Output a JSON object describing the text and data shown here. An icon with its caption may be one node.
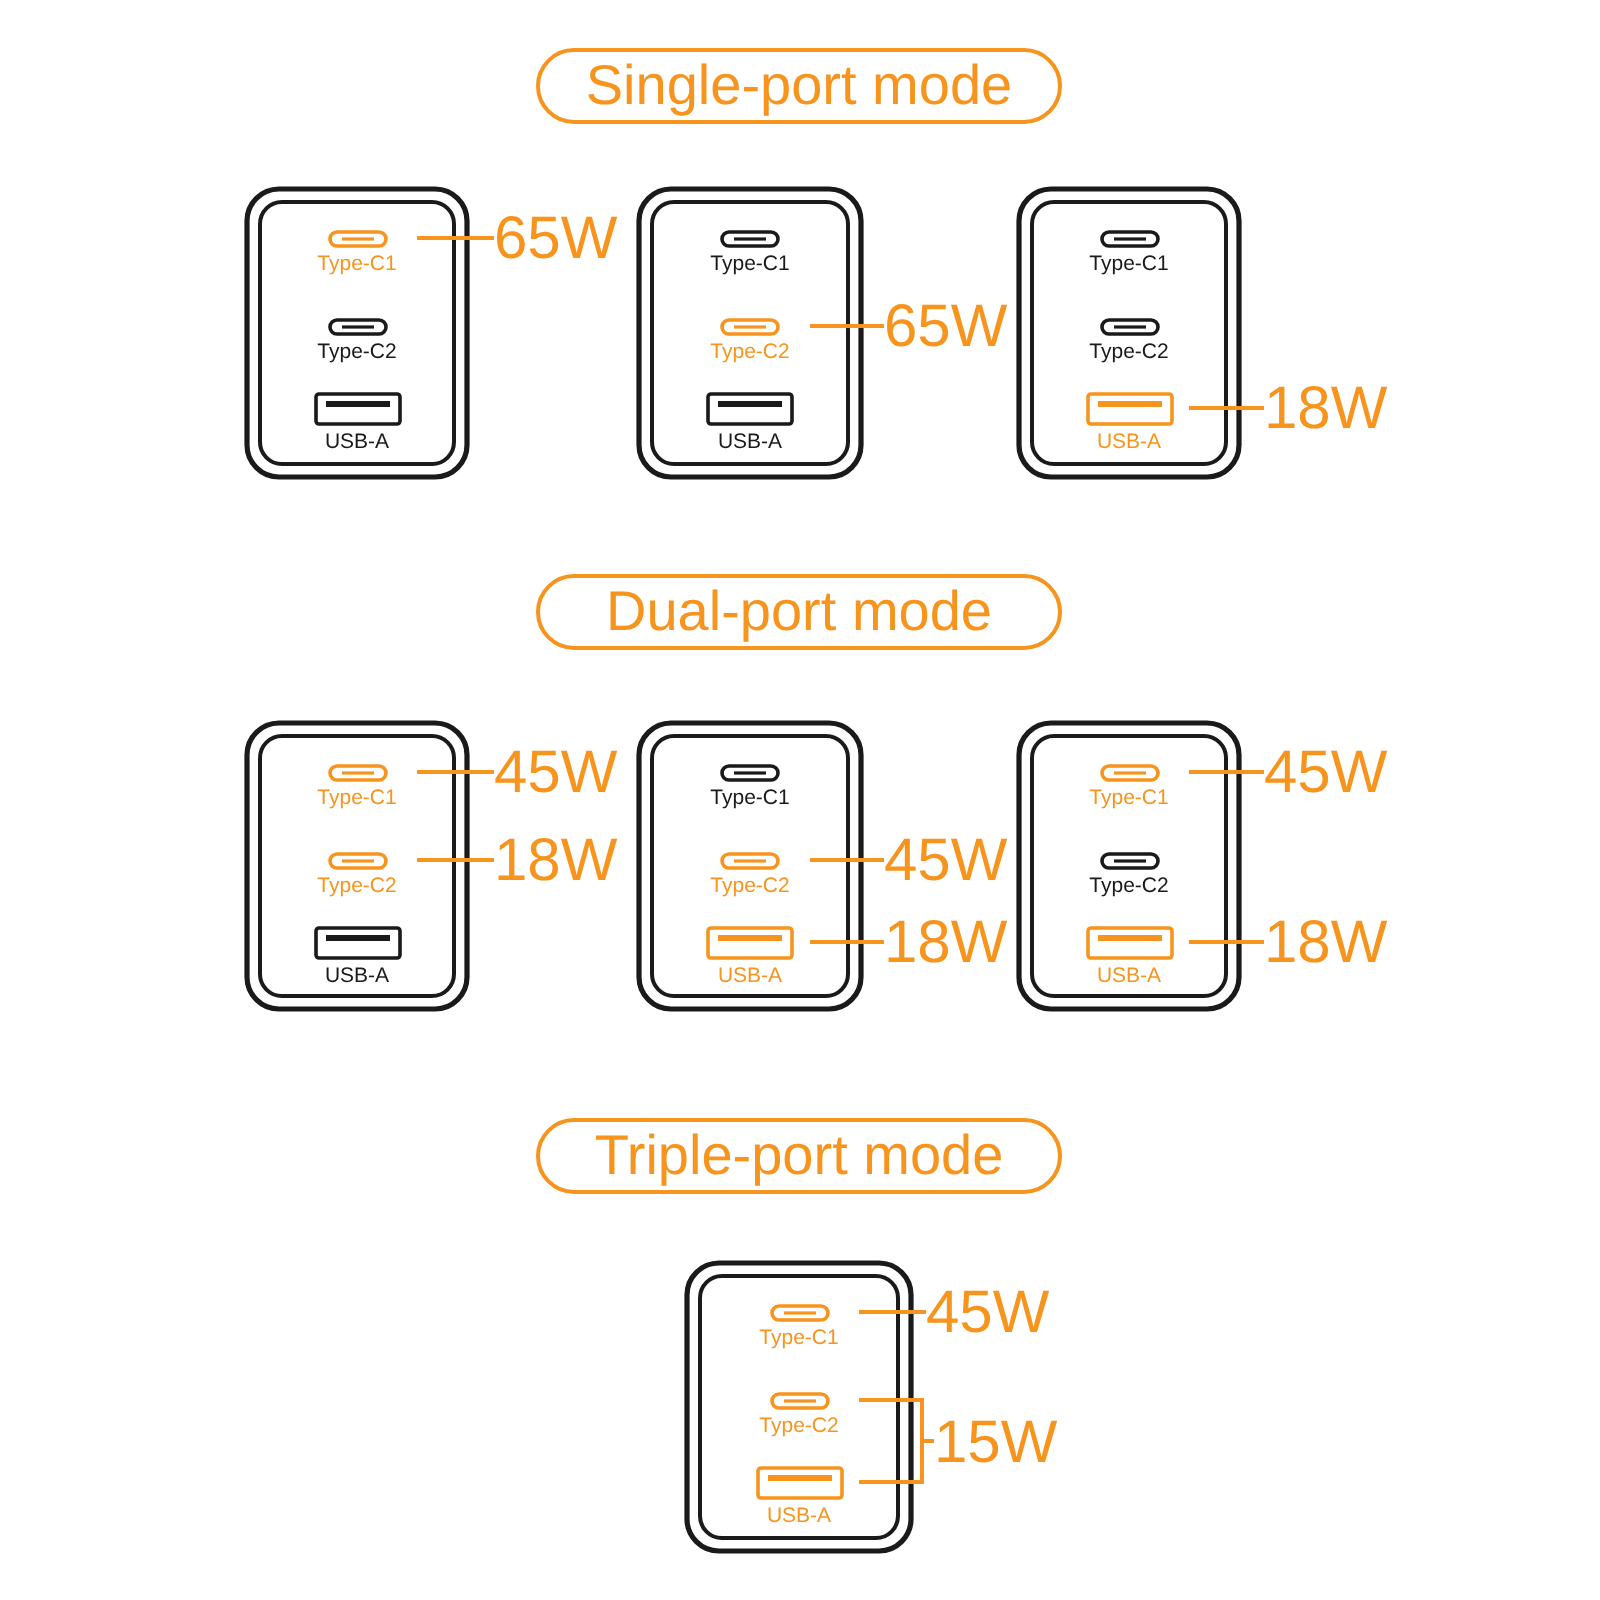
{
  "diagram": {
    "nodes": [
      {
        "text": [
          "Single-port mode"
        ]
      },
      {
        "text": [],
        "shape": "box"
      },
      {
        "text": [
          "Type-C1"
        ],
        "in": 1
      },
      {
        "text": [
          "Type-C2"
        ],
        "in": 1
      },
      {
        "text": [
          "USB-A"
        ],
        "in": 1
      },
      {
        "text": [
          "65W"
        ]
      },
      {
        "text": [],
        "shape": "box"
      },
      {
        "text": [
          "Type-C1"
        ],
        "in": 6
      },
      {
        "text": [
          "Type-C2"
        ],
        "in": 6
      },
      {
        "text": [
          "USB-A"
        ],
        "in": 6
      },
      {
        "text": [
          "65W"
        ]
      },
      {
        "text": [],
        "shape": "box"
      },
      {
        "text": [
          "Type-C1"
        ],
        "in": 11
      },
      {
        "text": [
          "Type-C2"
        ],
        "in": 11
      },
      {
        "text": [
          "USB-A"
        ],
        "in": 11
      },
      {
        "text": [
          "18W"
        ]
      },
      {
        "text": [
          "Dual-port mode"
        ]
      },
      {
        "text": [],
        "shape": "box"
      },
      {
        "text": [
          "Type-C1"
        ],
        "in": 17
      },
      {
        "text": [
          "Type-C2"
        ],
        "in": 17
      },
      {
        "text": [
          "USB-A"
        ],
        "in": 17
      },
      {
        "text": [
          "45W"
        ]
      },
      {
        "text": [
          "18W"
        ]
      },
      {
        "text": [],
        "shape": "box"
      },
      {
        "text": [
          "Type-C1"
        ],
        "in": 23
      },
      {
        "text": [
          "Type-C2"
        ],
        "in": 23
      },
      {
        "text": [
          "USB-A"
        ],
        "in": 23
      },
      {
        "text": [
          "45W"
        ]
      },
      {
        "text": [
          "18W"
        ]
      },
      {
        "text": [],
        "shape": "box"
      },
      {
        "text": [
          "Type-C1"
        ],
        "in": 29
      },
      {
        "text": [
          "Type-C2"
        ],
        "in": 29
      },
      {
        "text": [
          "USB-A"
        ],
        "in": 29
      },
      {
        "text": [
          "45W"
        ]
      },
      {
        "text": [
          "18W"
        ]
      },
      {
        "text": [
          "Triple-port mode"
        ]
      },
      {
        "text": [],
        "shape": "box"
      },
      {
        "text": [
          "Type-C1"
        ],
        "in": 36
      },
      {
        "text": [
          "Type-C2"
        ],
        "in": 36
      },
      {
        "text": [
          "USB-A"
        ],
        "in": 36
      },
      {
        "text": [
          "45W"
        ]
      },
      {
        "text": [
          "15W"
        ]
      }
    ],
    "edges": [
      {
        "from": 2,
        "to": 5,
        "arrow": "none"
      },
      {
        "from": 8,
        "to": 10,
        "arrow": "none"
      },
      {
        "from": 14,
        "to": 15,
        "arrow": "none"
      },
      {
        "from": 18,
        "to": 21,
        "arrow": "none"
      },
      {
        "from": 19,
        "to": 22,
        "arrow": "none"
      },
      {
        "from": 25,
        "to": 27,
        "arrow": "none"
      },
      {
        "from": 26,
        "to": 28,
        "arrow": "none"
      },
      {
        "from": 30,
        "to": 33,
        "arrow": "none"
      },
      {
        "from": 32,
        "to": 34,
        "arrow": "none"
      },
      {
        "from": 37,
        "to": 40,
        "arrow": "none"
      },
      {
        "from": 38,
        "to": 41,
        "arrow": "none"
      },
      {
        "from": 39,
        "to": 41,
        "arrow": "none"
      }
    ]
  }
}
